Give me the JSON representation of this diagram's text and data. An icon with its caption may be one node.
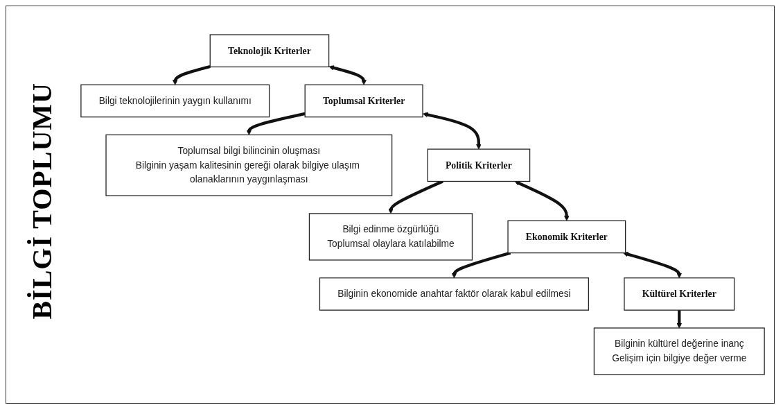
{
  "diagram": {
    "title": "BİLGİ TOPLUMU",
    "nodes": [
      {
        "text": [
          "Teknolojik Kriterler"
        ]
      },
      {
        "text": [
          "Bilgi teknolojilerinin yaygın kullanımı"
        ]
      },
      {
        "text": [
          "Toplumsal Kriterler"
        ]
      },
      {
        "text": [
          "Toplumsal bilgi bilincinin oluşması",
          "Bilginin yaşam kalitesinin gereği olarak bilgiye ulaşım olanaklarının yaygınlaşması"
        ]
      },
      {
        "text": [
          "Politik Kriterler"
        ]
      },
      {
        "text": [
          "Bilgi edinme özgürlüğü",
          "Toplumsal olaylara katılabilme"
        ]
      },
      {
        "text": [
          "Ekonomik Kriterler"
        ]
      },
      {
        "text": [
          "Bilginin ekonomide anahtar faktör olarak kabul edilmesi"
        ]
      },
      {
        "text": [
          "Kültürel Kriterler"
        ]
      },
      {
        "text": [
          "Bilginin kültürel değerine inanç",
          "Gelişim için bilgiye değer verme"
        ]
      }
    ],
    "edges": [
      {
        "from": 0,
        "to": 1,
        "arrow": "to"
      },
      {
        "from": 0,
        "to": 2,
        "arrow": "both"
      },
      {
        "from": 2,
        "to": 3,
        "arrow": "to"
      },
      {
        "from": 2,
        "to": 4,
        "arrow": "both"
      },
      {
        "from": 4,
        "to": 5,
        "arrow": "to"
      },
      {
        "from": 4,
        "to": 6,
        "arrow": "both"
      },
      {
        "from": 6,
        "to": 7,
        "arrow": "to"
      },
      {
        "from": 6,
        "to": 8,
        "arrow": "both"
      },
      {
        "from": 8,
        "to": 9,
        "arrow": "to"
      }
    ]
  }
}
